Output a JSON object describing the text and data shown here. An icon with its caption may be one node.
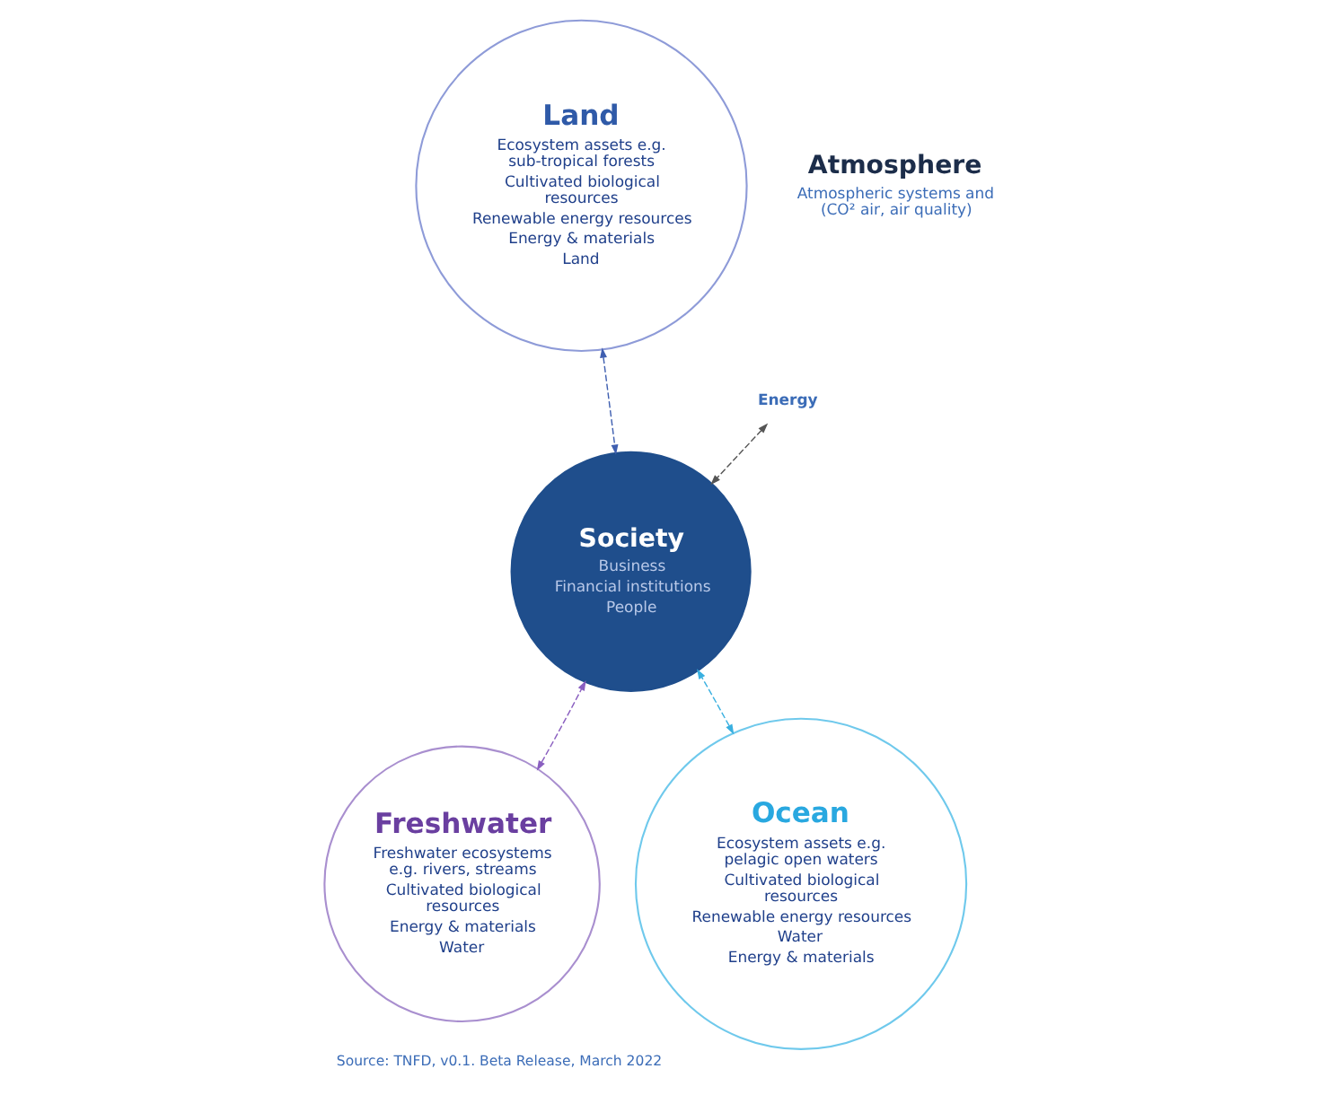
{
  "diagram": {
    "caption": "Source: TNFD, v0.1. Beta Release, March 2022",
    "nodes": [
      {
        "text": [
          "Land",
          "Ecosystem assets e.g. sub-tropical forests",
          "Cultivated biological resources",
          "Renewable energy resources",
          "Energy & materials",
          "Land"
        ]
      },
      {
        "text": [
          "Atmosphere",
          "Atmospheric systems and (CO² air, air quality)"
        ]
      },
      {
        "text": [
          "Energy"
        ]
      },
      {
        "text": [
          "Society",
          "Business",
          "Financial institutions",
          "People"
        ]
      },
      {
        "text": [
          "Freshwater",
          "Freshwater ecosystems e.g. rivers, streams",
          "Cultivated biological resources",
          "Energy & materials",
          "Water"
        ]
      },
      {
        "text": [
          "Ocean",
          "Ecosystem assets e.g. pelagic open waters",
          "Cultivated biological resources",
          "Renewable energy resources",
          "Water",
          "Energy & materials"
        ]
      }
    ],
    "edges": [
      {
        "from": 0,
        "to": 3,
        "arrow": "both",
        "style": "dashed",
        "color": "#3f5fb0"
      },
      {
        "from": 2,
        "to": 3,
        "arrow": "both",
        "style": "dashed",
        "color": "#555555"
      },
      {
        "from": 4,
        "to": 3,
        "arrow": "both",
        "style": "dashed",
        "color": "#8a5fc0"
      },
      {
        "from": 5,
        "to": 3,
        "arrow": "both",
        "style": "dashed",
        "color": "#3ab0e0"
      }
    ]
  }
}
